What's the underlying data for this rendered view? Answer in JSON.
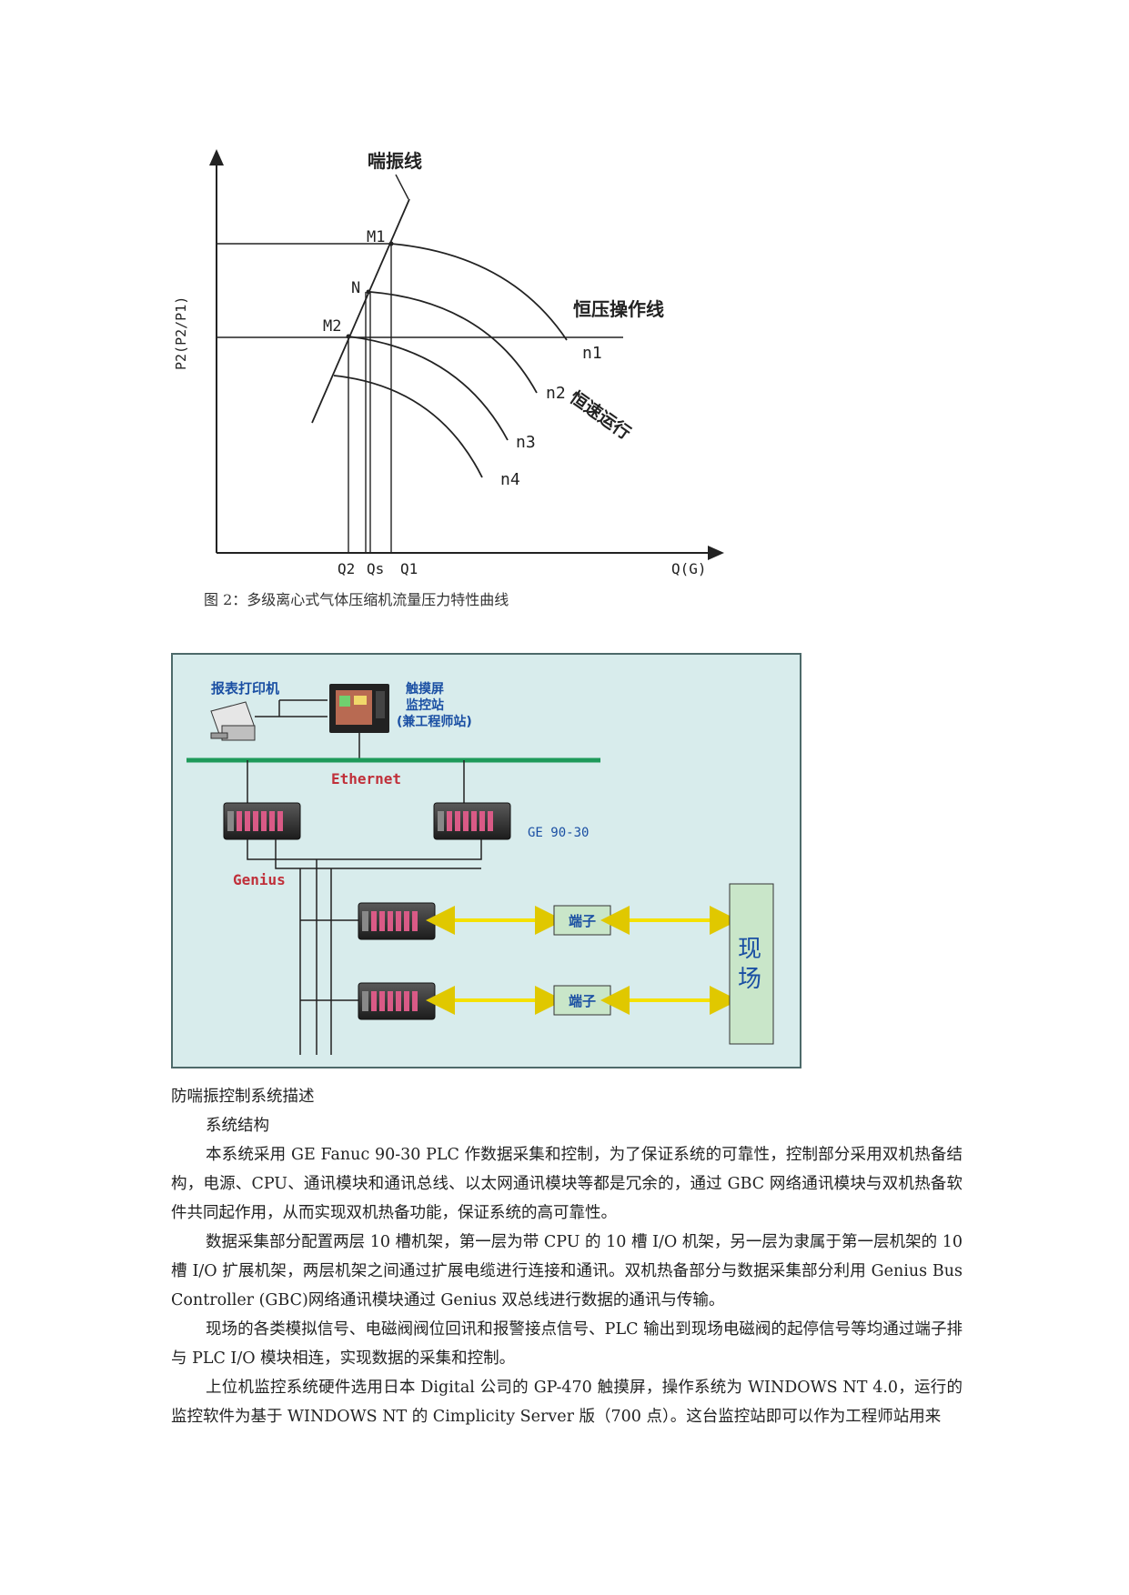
{
  "figure1": {
    "axis_y_label": "P2(P2/P1)",
    "axis_x_label": "Q(G)",
    "surge_line_label": "喘振线",
    "constant_pressure_label": "恒压操作线",
    "constant_speed_label": "恒速运行",
    "points": [
      "M1",
      "N",
      "M2"
    ],
    "curves": [
      "n1",
      "n2",
      "n3",
      "n4"
    ],
    "x_ticks": [
      "Q2",
      "Qs",
      "Q1"
    ],
    "caption": "图 2：多级离心式气体压缩机流量压力特性曲线"
  },
  "figure2": {
    "printer_label": "报表打印机",
    "touchscreen_label_lines": [
      "触摸屏",
      "监控站",
      "(兼工程师站)"
    ],
    "ethernet_label": "Ethernet",
    "plc_label": "GE 90-30",
    "genius_label": "Genius",
    "terminal_label": "端子",
    "field_label_lines": [
      "现",
      "场"
    ],
    "colors": {
      "background": "#d8ecec",
      "bus": "#1e9a5a",
      "arrow": "#f5e100",
      "label_blue": "#1a4fa3",
      "label_red": "#c0303a",
      "box_fill": "#c9e6c9"
    }
  },
  "text": {
    "heading": "防喘振控制系统描述",
    "subheading": "系统结构",
    "paragraphs": [
      "本系统采用 GE Fanuc 90-30 PLC 作数据采集和控制，为了保证系统的可靠性，控制部分采用双机热备结构，电源、CPU、通讯模块和通讯总线、以太网通讯模块等都是冗余的，通过 GBC 网络通讯模块与双机热备软件共同起作用，从而实现双机热备功能，保证系统的高可靠性。",
      "数据采集部分配置两层 10 槽机架，第一层为带 CPU 的 10 槽 I/O 机架，另一层为隶属于第一层机架的 10 槽 I/O 扩展机架，两层机架之间通过扩展电缆进行连接和通讯。双机热备部分与数据采集部分利用 Genius Bus Controller (GBC)网络通讯模块通过 Genius 双总线进行数据的通讯与传输。",
      "现场的各类模拟信号、电磁阀阀位回讯和报警接点信号、PLC 输出到现场电磁阀的起停信号等均通过端子排与 PLC I/O 模块相连，实现数据的采集和控制。",
      "上位机监控系统硬件选用日本 Digital 公司的 GP-470 触摸屏，操作系统为 WINDOWS NT 4.0，运行的监控软件为基于 WINDOWS NT 的 Cimplicity Server 版（700 点）。这台监控站即可以作为工程师站用来"
    ]
  }
}
